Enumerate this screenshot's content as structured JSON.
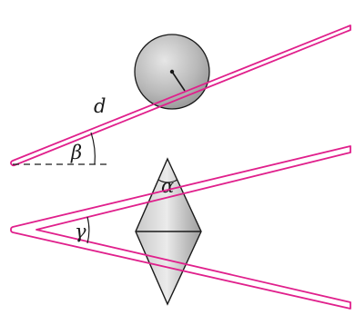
{
  "labels": {
    "d": "d",
    "beta": "β",
    "alpha": "α",
    "gamma": "γ"
  },
  "colors": {
    "rail": "#e0208c",
    "line": "#1a1a1a"
  }
}
